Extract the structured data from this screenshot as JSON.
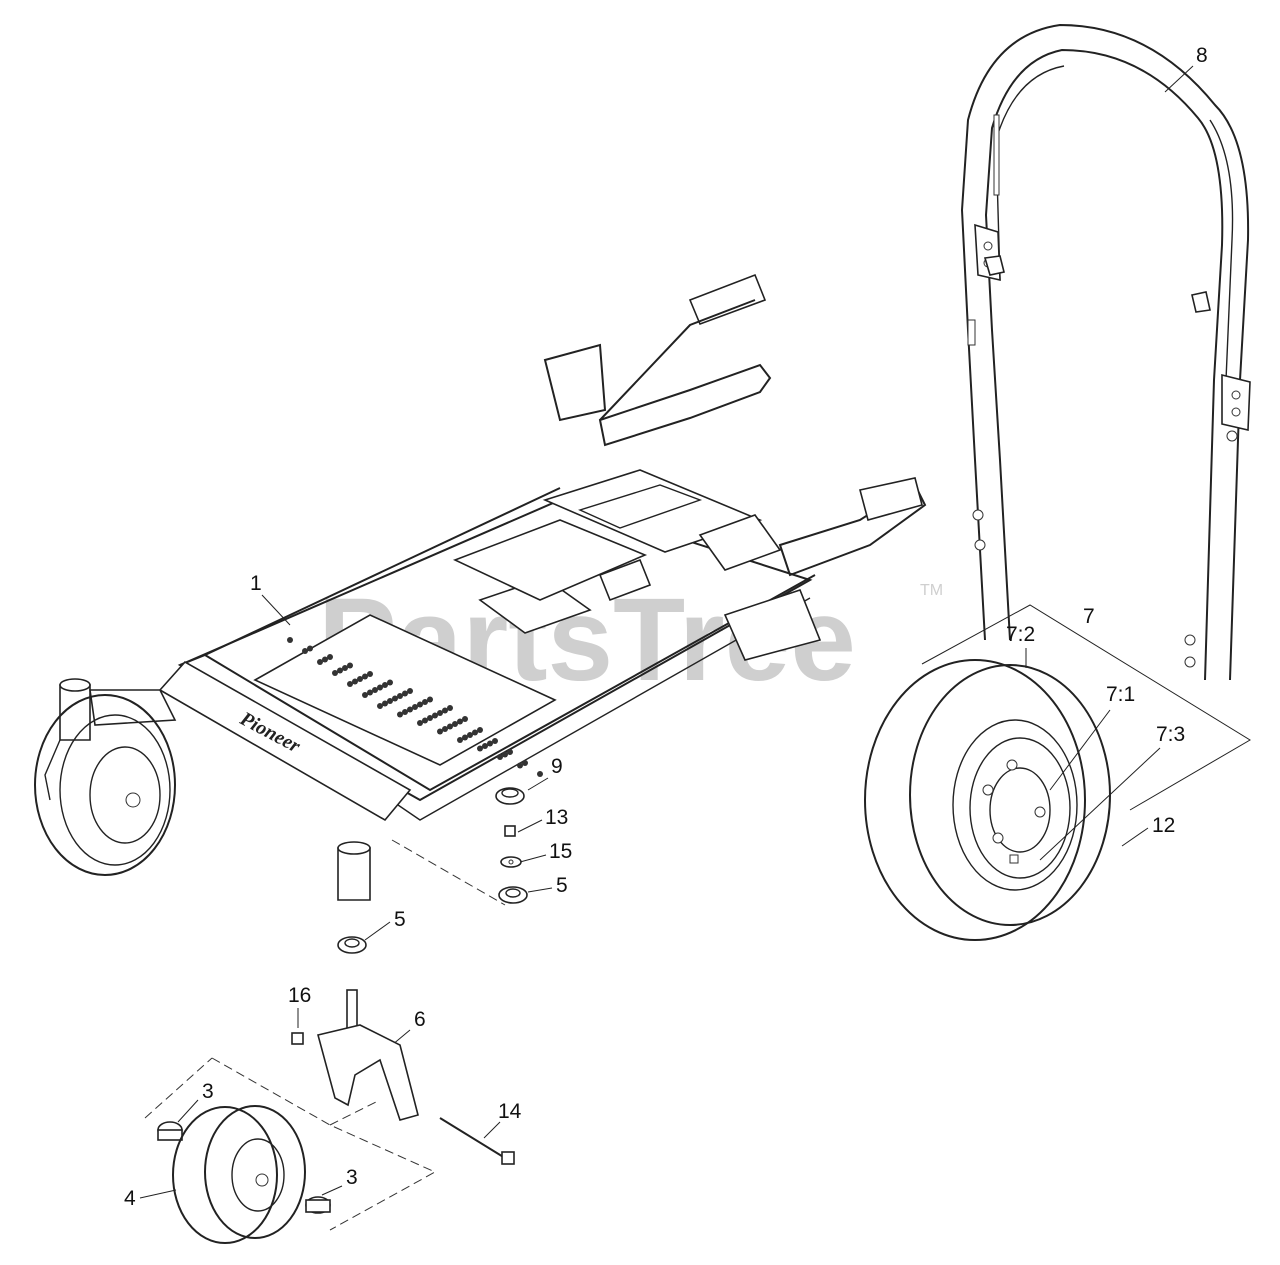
{
  "watermark": {
    "text": "PartsTree",
    "trademark": "TM"
  },
  "deck_logo": "Pioneer",
  "callouts": {
    "frame": "1",
    "spacer_upper": "3",
    "spacer_lower": "3",
    "caster_wheel": "4",
    "bearing_top": "5",
    "bearing_mid": "5",
    "caster_fork": "6",
    "drive_wheel": "7",
    "drive_wheel_hub": "7:1",
    "drive_wheel_tire": "7:2",
    "drive_wheel_valve": "7:3",
    "rops_bar": "8",
    "dust_cap": "9",
    "lug_nut": "12",
    "lock_nut": "13",
    "caster_bolt": "14",
    "washer": "15",
    "fork_nut": "16"
  },
  "colors": {
    "line": "#222222",
    "watermark": "#cfcfcf",
    "background": "#ffffff"
  }
}
